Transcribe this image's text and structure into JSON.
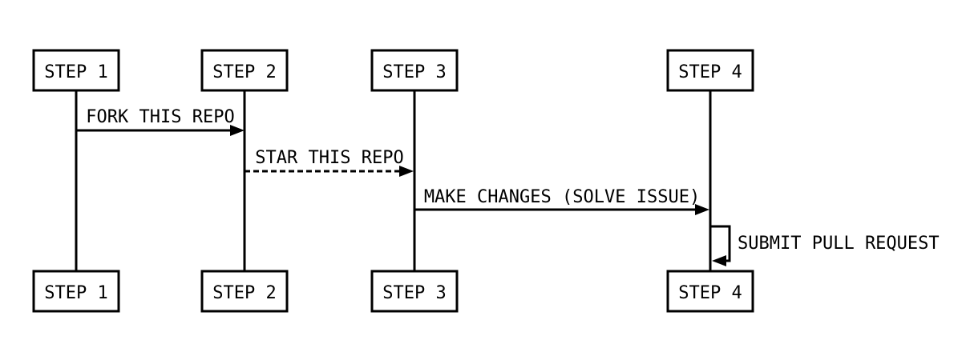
{
  "diagram": {
    "type": "sequence-diagram",
    "colors": {
      "stroke": "#000000",
      "box_fill": "#ffffff",
      "background": "#ffffff"
    },
    "actors": [
      {
        "label": "STEP 1"
      },
      {
        "label": "STEP 2"
      },
      {
        "label": "STEP 3"
      },
      {
        "label": "STEP 4"
      }
    ],
    "messages": [
      {
        "label": "FORK THIS REPO",
        "from": "STEP 1",
        "to": "STEP 2",
        "line_style": "solid"
      },
      {
        "label": "STAR THIS REPO",
        "from": "STEP 2",
        "to": "STEP 3",
        "line_style": "dashed"
      },
      {
        "label": "MAKE CHANGES (SOLVE ISSUE)",
        "from": "STEP 3",
        "to": "STEP 4",
        "line_style": "solid"
      },
      {
        "label": "SUBMIT PULL REQUEST",
        "from": "STEP 4",
        "to": "STEP 4",
        "line_style": "self-loop"
      }
    ]
  }
}
